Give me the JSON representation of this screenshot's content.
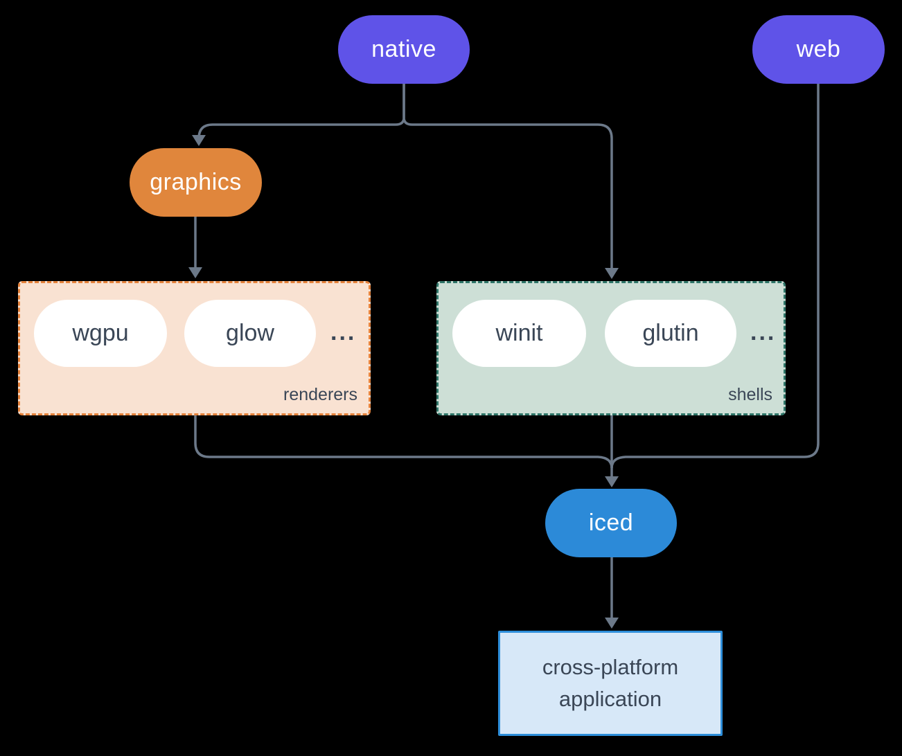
{
  "diagram": {
    "nodes": {
      "native": {
        "label": "native",
        "color": "#5F53E8"
      },
      "web": {
        "label": "web",
        "color": "#5F53E8"
      },
      "graphics": {
        "label": "graphics",
        "color": "#E0863C"
      },
      "iced": {
        "label": "iced",
        "color": "#2C8AD8"
      },
      "app": {
        "label_line1": "cross-platform",
        "label_line2": "application",
        "fill": "#D7E8F8",
        "border": "#2D8EDA"
      }
    },
    "groups": {
      "renderers": {
        "label": "renderers",
        "items": [
          "wgpu",
          "glow"
        ],
        "ellipsis": "...",
        "fill": "#F9E2D2",
        "border": "#E5823B"
      },
      "shells": {
        "label": "shells",
        "items": [
          "winit",
          "glutin"
        ],
        "ellipsis": "...",
        "fill": "#CDDFD6",
        "border": "#2E7568"
      }
    },
    "edges": [
      {
        "from": "native",
        "to": "graphics"
      },
      {
        "from": "native",
        "to": "shells"
      },
      {
        "from": "graphics",
        "to": "renderers"
      },
      {
        "from": "renderers",
        "to": "iced"
      },
      {
        "from": "shells",
        "to": "iced"
      },
      {
        "from": "web",
        "to": "iced"
      },
      {
        "from": "iced",
        "to": "cross-platform application"
      }
    ],
    "colors": {
      "background": "#000000",
      "connector": "#6C7989",
      "pill_text_dark": "#3A4656",
      "pill_text_light": "#FFFFFF"
    }
  }
}
